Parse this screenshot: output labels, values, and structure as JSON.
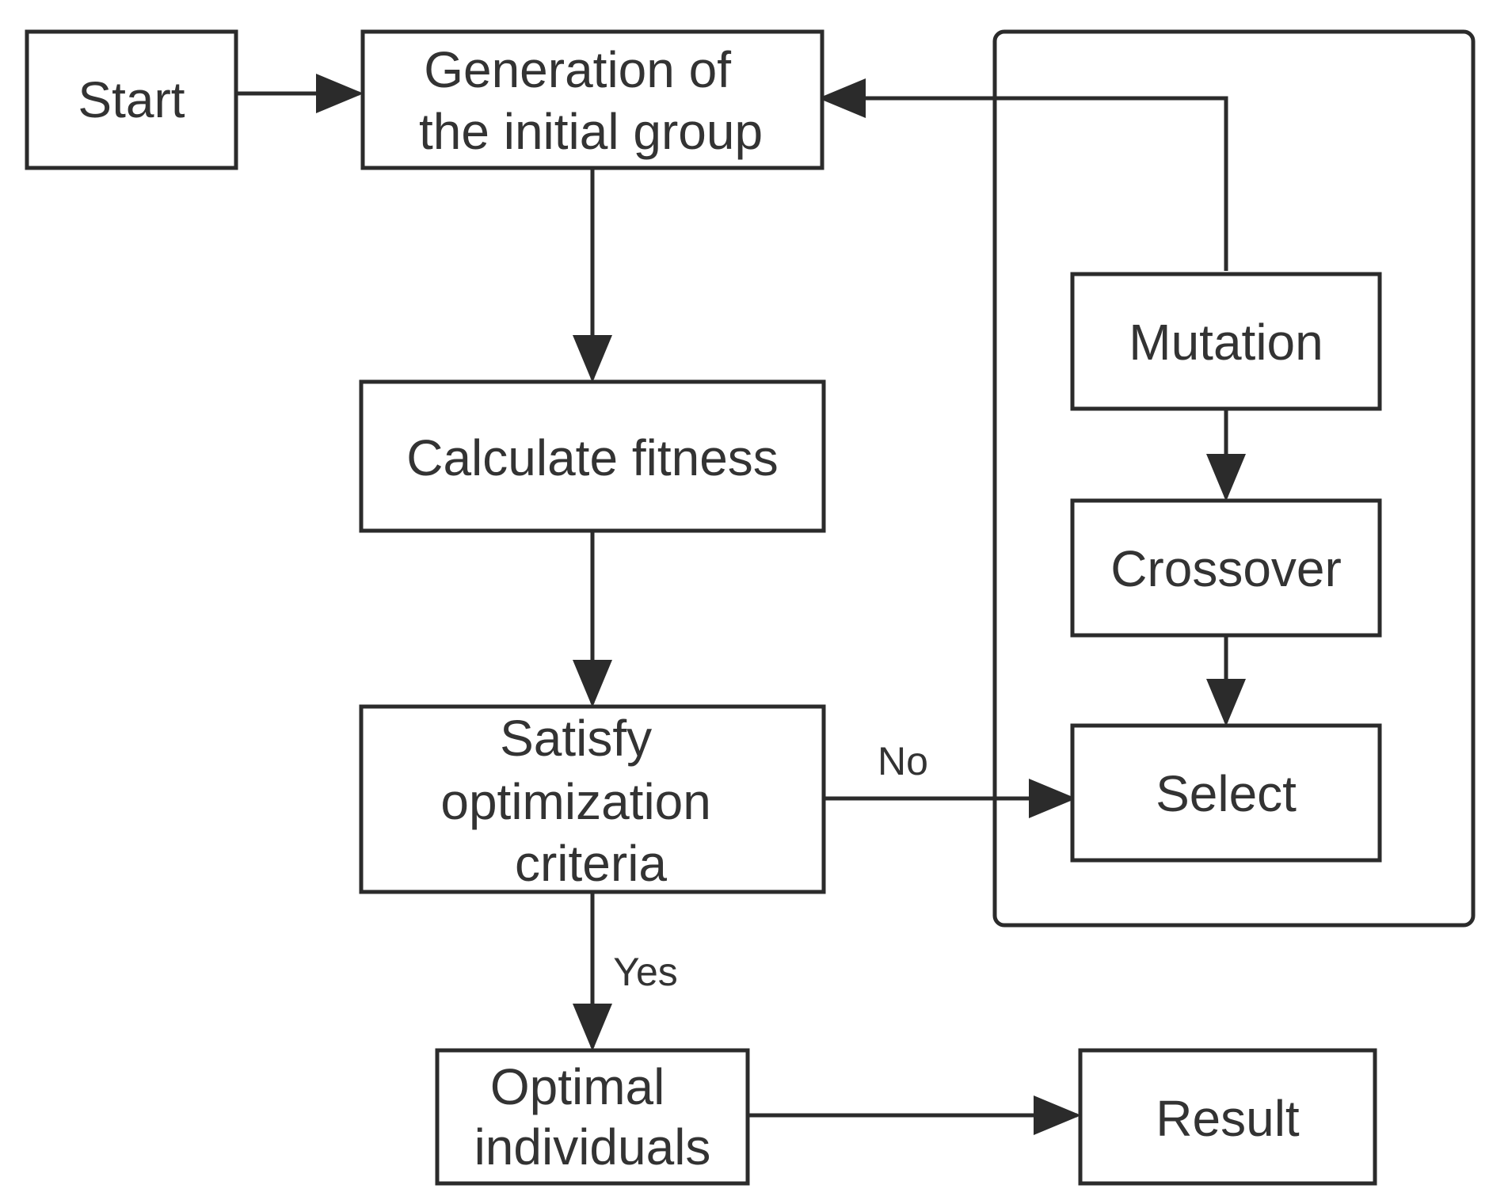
{
  "nodes": {
    "start": {
      "label": "Start"
    },
    "generation": {
      "lines": [
        "Generation of",
        "the initial group"
      ]
    },
    "fitness": {
      "label": "Calculate fitness"
    },
    "satisfy": {
      "lines": [
        "Satisfy",
        "optimization",
        "criteria"
      ]
    },
    "optimal": {
      "lines": [
        "Optimal",
        "individuals"
      ]
    },
    "result": {
      "label": "Result"
    },
    "mutation": {
      "label": "Mutation"
    },
    "crossover": {
      "label": "Crossover"
    },
    "select": {
      "label": "Select"
    }
  },
  "edges": {
    "no_label": "No",
    "yes_label": "Yes"
  },
  "colors": {
    "stroke": "#2b2b2b",
    "text": "#333333",
    "background": "#ffffff"
  }
}
